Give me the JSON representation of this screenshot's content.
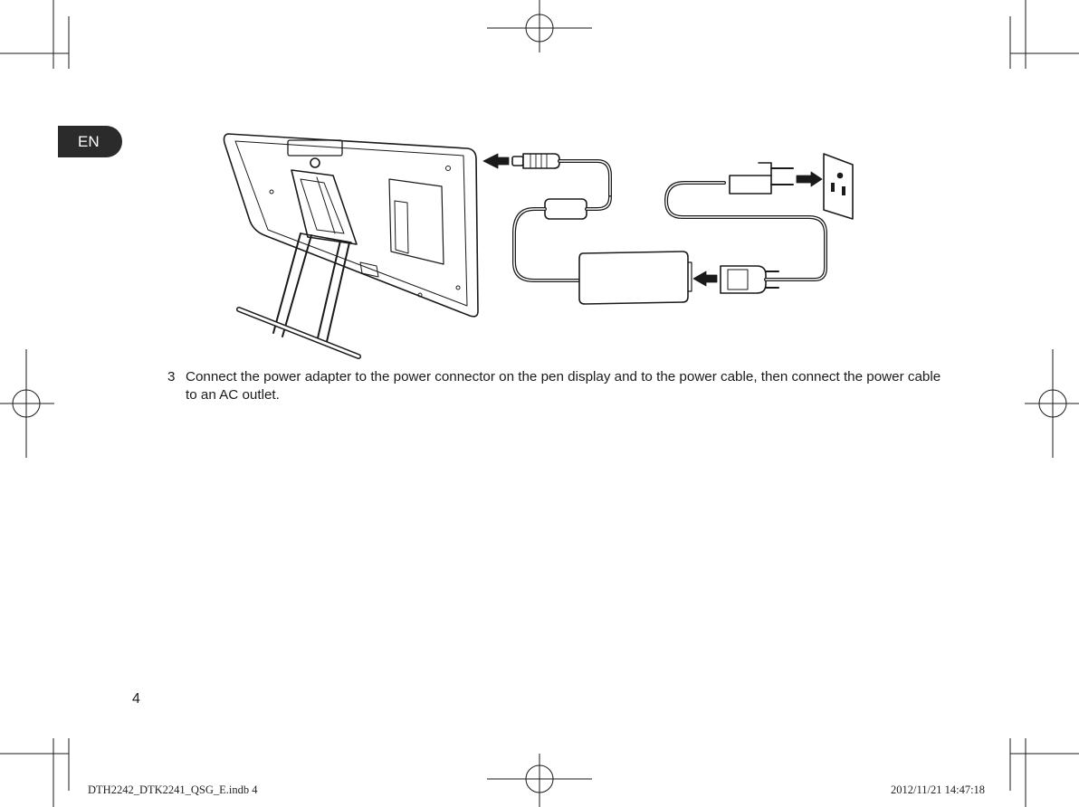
{
  "language_tab": "EN",
  "step": {
    "number": "3",
    "text": "Connect the power adapter to the power connector on the pen display and to the power cable, then connect the power cable to an AC outlet."
  },
  "page_number": "4",
  "slug": {
    "file": "DTH2242_DTK2241_QSG_E.indb   4",
    "date": "2012/11/21   14:47:18"
  },
  "colors": {
    "ink": "#1a1a1a",
    "tab": "#2b2b2b"
  }
}
